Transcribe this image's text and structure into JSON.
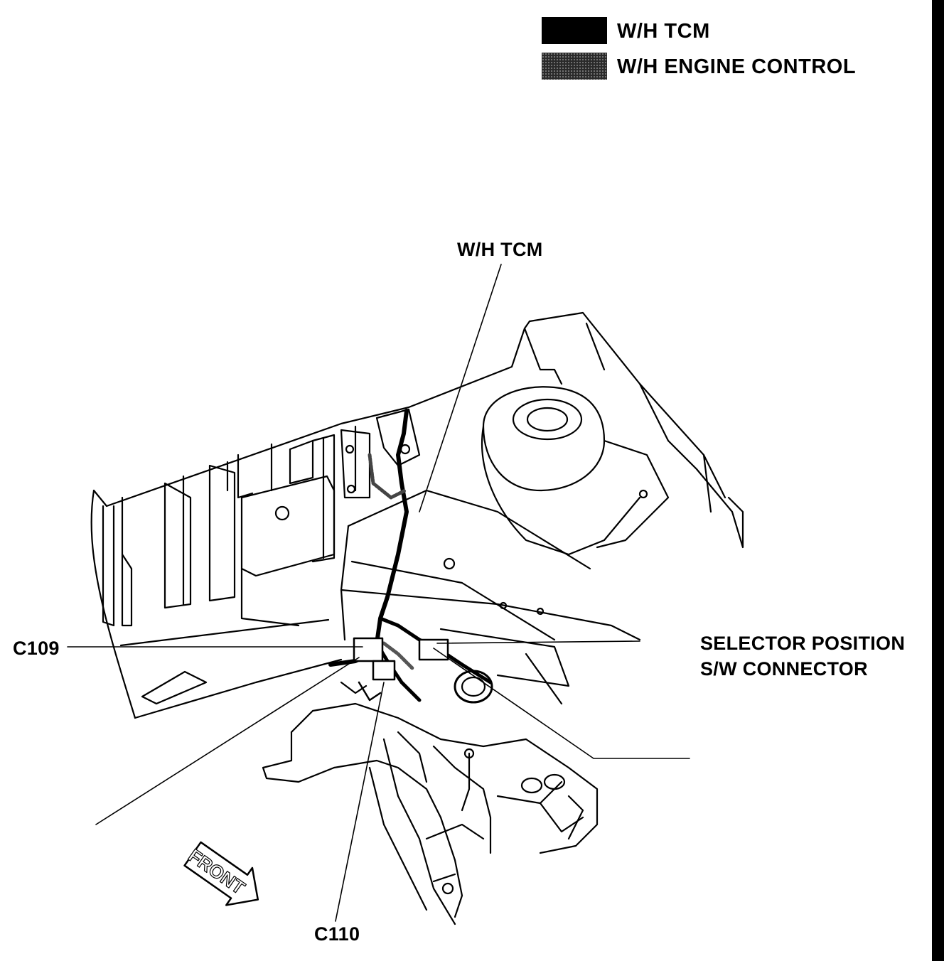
{
  "legend": [
    {
      "label": "W/H TCM",
      "pattern": "solid",
      "color": "#000000"
    },
    {
      "label": "W/H ENGINE CONTROL",
      "pattern": "stipple",
      "color": "#222222"
    }
  ],
  "callouts": {
    "wh_tcm": "W/H TCM",
    "c109": "C109",
    "selector_line1": "SELECTOR POSITION",
    "selector_line2": "S/W CONNECTOR",
    "c110": "C110"
  },
  "front_arrow": "FRONT",
  "colors": {
    "ink": "#000000",
    "paper": "#ffffff"
  }
}
